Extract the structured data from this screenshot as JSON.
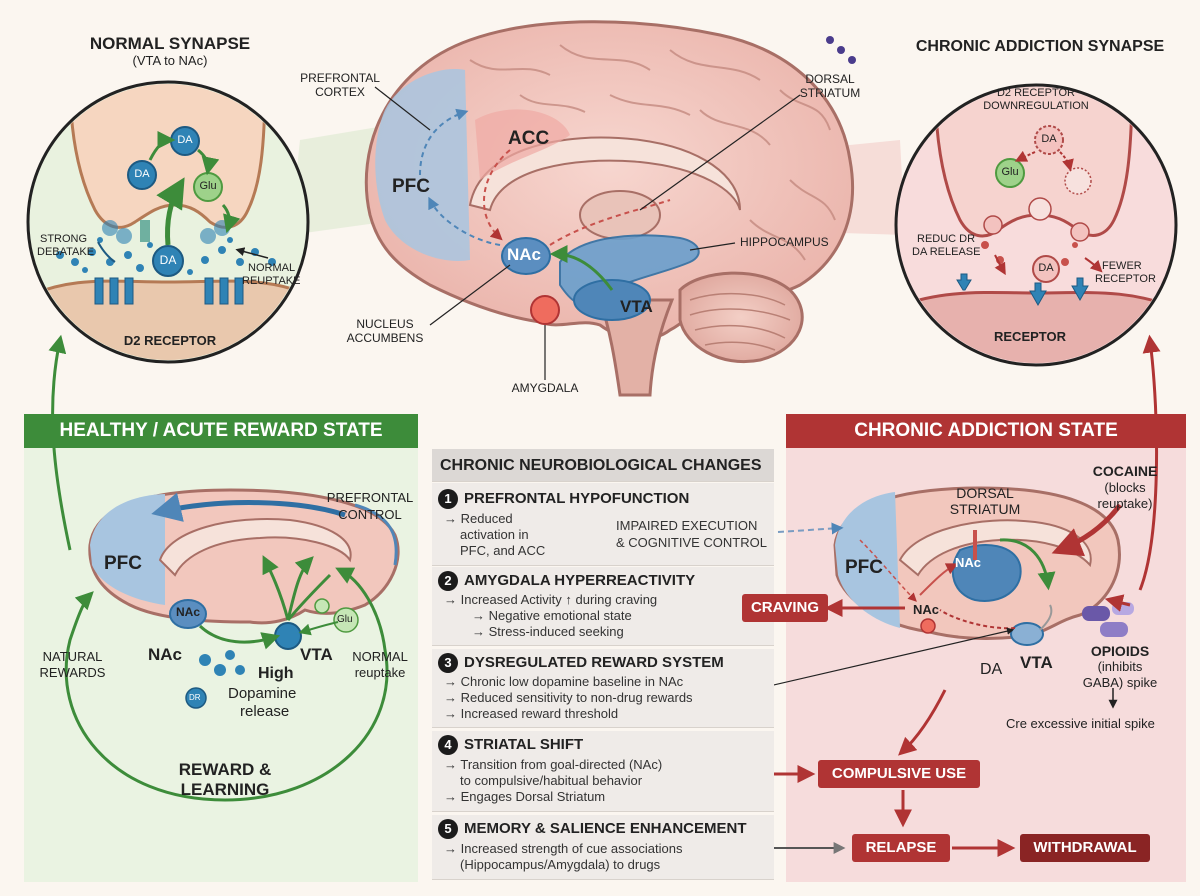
{
  "synapse_normal": {
    "title": "NORMAL SYNAPSE",
    "subtitle": "(VTA to NAc)",
    "da_label": "DA",
    "glu_label": "Glu",
    "strong_label_1": "STRONG",
    "strong_label_2": "DEBATAKE",
    "normal_reuptake_1": "NORMAL",
    "normal_reuptake_2": "REUPTAKE",
    "receptor_label": "D2 RECEPTOR"
  },
  "synapse_chronic": {
    "title": "CHRONIC ADDICTION SYNAPSE",
    "downreg_1": "D2 RECEPTOR",
    "downreg_2": "DOWNREGULATION",
    "da_label": "DA",
    "glu_label": "Glu",
    "reduced_1": "REDUC DR",
    "reduced_2": "DA RELEASE",
    "fewer_1": "FEWER",
    "fewer_2": "RECEPTOR",
    "receptor_label": "RECEPTOR"
  },
  "brain": {
    "prefrontal_1": "PREFRONTAL",
    "prefrontal_2": "CORTEX",
    "pfc": "PFC",
    "acc": "ACC",
    "nac": "NAc",
    "vta": "VTA",
    "dorsal_1": "DORSAL",
    "dorsal_2": "STRIATUM",
    "hippocampus": "HIPPOCAMPUS",
    "nucleus_1": "NUCLEUS",
    "nucleus_2": "ACCUMBENS",
    "amygdala": "AMYGDALA"
  },
  "healthy": {
    "banner": "HEALTHY / ACUTE REWARD STATE",
    "pfc": "PFC",
    "nac_inner": "NAc",
    "nac": "NAc",
    "vta": "VTA",
    "glu": "Glu",
    "dr": "DR",
    "prefrontal_1": "PREFRONTAL",
    "prefrontal_2": "CONTROL",
    "natural_1": "NATURAL",
    "natural_2": "REWARDS",
    "normal_1": "NORMAL",
    "normal_2": "reuptake",
    "high": "High",
    "dopamine_1": "Dopamine",
    "dopamine_2": "release",
    "reward_1": "REWARD &",
    "reward_2": "LEARNING"
  },
  "changes": {
    "header": "CHRONIC NEUROBIOLOGICAL CHANGES",
    "items": [
      {
        "num": "1",
        "title": "PREFRONTAL HYPOFUNCTION",
        "lines": [
          "→ Reduced",
          "activation in",
          "PFC, and ACC"
        ],
        "side_1": "IMPAIRED EXECUTION",
        "side_2": "& COGNITIVE CONTROL"
      },
      {
        "num": "2",
        "title": "AMYGDALA HYPERREACTIVITY",
        "lines": [
          "→ Increased Activity ↑ during craving",
          "→ Negative emotional state",
          "→ Stress-induced seeking"
        ]
      },
      {
        "num": "3",
        "title": "DYSREGULATED REWARD SYSTEM",
        "lines": [
          "→ Chronic low dopamine baseline in NAc",
          "→ Reduced sensitivity to non-drug rewards",
          "→ Increased reward threshold"
        ]
      },
      {
        "num": "4",
        "title": "STRIATAL SHIFT",
        "lines": [
          "→ Transition from goal-directed (NAc)",
          "to compulsive/habitual behavior",
          "→ Engages Dorsal Striatum"
        ]
      },
      {
        "num": "5",
        "title": "MEMORY & SALIENCE ENHANCEMENT",
        "lines": [
          "→ Increased strength of cue associations",
          "(Hippocampus/Amygdala) to drugs"
        ]
      }
    ]
  },
  "chronic": {
    "banner": "CHRONIC ADDICTION STATE",
    "dorsal_1": "DORSAL",
    "dorsal_2": "STRIATUM",
    "pfc": "PFC",
    "nac_upper": "NAc",
    "nac_lower": "NAc",
    "vta": "VTA",
    "da": "DA",
    "cocaine_1": "COCAINE",
    "cocaine_2": "(blocks",
    "cocaine_3": "reuptake)",
    "opioids_1": "OPIOIDS",
    "opioids_2": "(inhibits",
    "opioids_3": "GABA) spike",
    "spike_note": "Cre excessive initial spike",
    "craving": "CRAVING",
    "compulsive": "COMPULSIVE USE",
    "relapse": "RELAPSE",
    "withdrawal": "WITHDRAWAL"
  },
  "colors": {
    "green": "#3d8c3a",
    "red": "#b03434",
    "blue": "#2f6fa3",
    "pink": "#f1c4be"
  }
}
